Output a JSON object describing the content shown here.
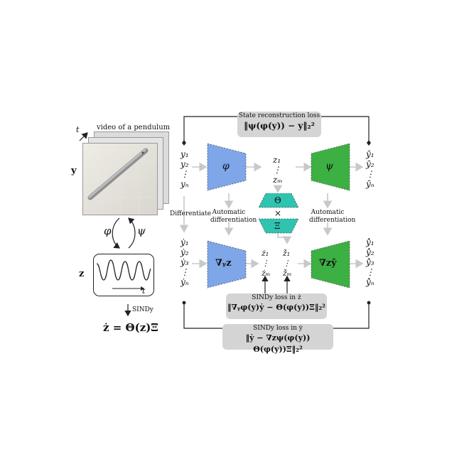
{
  "left": {
    "video_label": "video of a pendulum",
    "t_axis": "t",
    "y_label": "y",
    "phi": "φ",
    "psi": "ψ",
    "z_label": "z",
    "plot_t": "t",
    "sindy_label": "SINDy",
    "model_eq": "ż = Θ(z)Ξ"
  },
  "top_loss": {
    "title": "State reconstruction loss",
    "equation": "‖ψ(φ(y)) − y‖₂²"
  },
  "mid_loss": {
    "title": "SINDy loss in ż",
    "equation": "‖∇ᵧφ(y)ẏ − Θ(φ(y))Ξ‖₂²"
  },
  "bottom_loss": {
    "title": "SINDy loss in ẏ",
    "equation": "‖ẏ − ∇𝐳ψ(φ(y)) Θ(φ(y))Ξ‖₂²"
  },
  "columns": {
    "y_in": [
      "y₁",
      "y₂",
      "⋮",
      "yₙ"
    ],
    "z_mid": [
      "z₁",
      "⋮",
      "zₘ"
    ],
    "y_out": [
      "ȳ₁",
      "ȳ₂",
      "⋮",
      "ȳₙ"
    ],
    "ydot_in": [
      "ẏ₁",
      "ẏ₂",
      "ẏ₃",
      "⋮",
      "ẏₙ"
    ],
    "zdot_mid": [
      "ż₁",
      "⋮",
      "żₘ"
    ],
    "zdot_pred": [
      "ż̃₁",
      "⋮",
      "ż̃ₘ"
    ],
    "ydot_out": [
      "ẏ̂₁",
      "ẏ̂₂",
      "ẏ̂₃",
      "⋮",
      "ẏ̂ₙ"
    ]
  },
  "networks": {
    "encoder": "φ",
    "decoder": "ψ",
    "encoder_grad": "∇ᵧz",
    "decoder_grad": "∇𝐳ȳ"
  },
  "sindy_block": {
    "theta": "Θ",
    "times": "×",
    "xi": "Ξ"
  },
  "side_labels": {
    "differentiate": "Differentiate",
    "auto_diff_left_1": "Automatic",
    "auto_diff_left_2": "differentiation",
    "auto_diff_right_1": "Automatic",
    "auto_diff_right_2": "differentiation"
  },
  "colors": {
    "encoder_blue": "#7ea6e8",
    "decoder_green": "#3cb043",
    "sindy_teal": "#2ec4b0",
    "loss_box_grey": "#d4d4d4",
    "arrow_grey": "#c8c8c8"
  }
}
